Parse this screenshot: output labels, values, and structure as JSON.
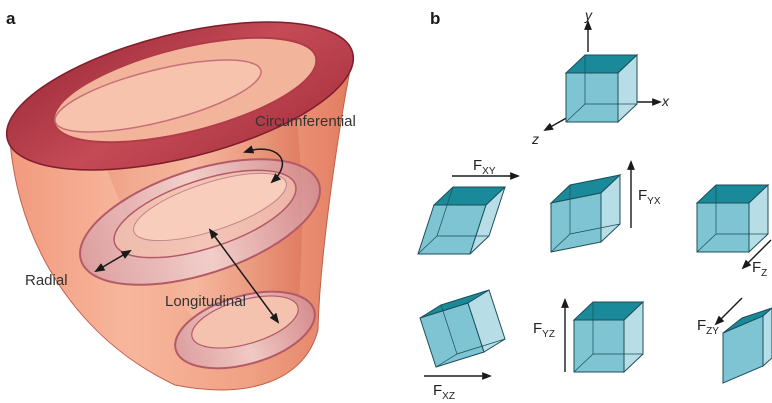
{
  "panels": {
    "a": {
      "label": "a"
    },
    "b": {
      "label": "b"
    }
  },
  "heart_labels": {
    "circumferential": "Circumferential",
    "radial": "Radial",
    "longitudinal": "Longitudinal"
  },
  "axes": {
    "x": "x",
    "y": "y",
    "z": "z"
  },
  "forces": {
    "xy": {
      "main": "F",
      "sub": "XY"
    },
    "yx": {
      "main": "F",
      "sub": "YX"
    },
    "zx": {
      "main": "F",
      "sub": "Z"
    },
    "xz": {
      "main": "F",
      "sub": "XZ"
    },
    "yz": {
      "main": "F",
      "sub": "YZ"
    },
    "zy": {
      "main": "F",
      "sub": "ZY"
    }
  },
  "colors": {
    "cube_top": "#1a8a9a",
    "cube_front": "#7ec4d2",
    "cube_side": "#b7dde6",
    "wall_outer": "#e9856c",
    "ring_rim": "#b13a47"
  }
}
